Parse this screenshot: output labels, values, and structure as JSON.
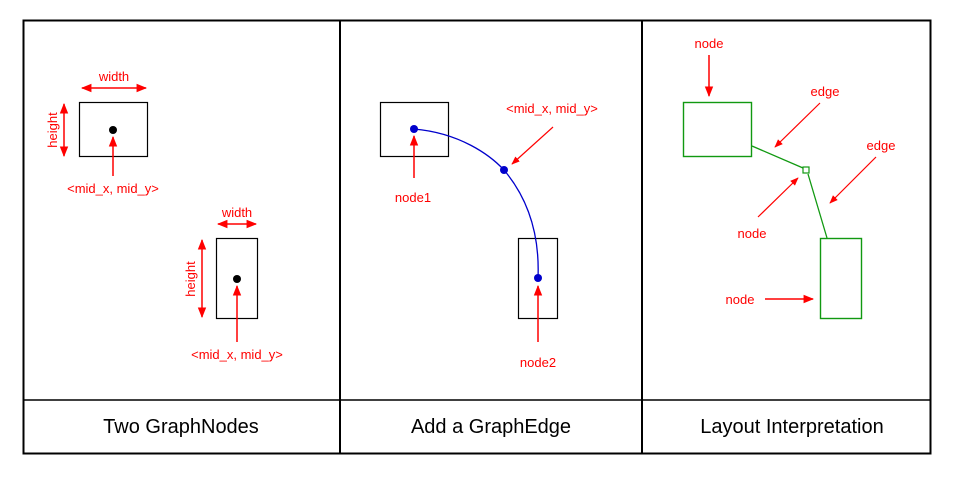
{
  "colors": {
    "annotation": "#ff0000",
    "node_outline": "#000000",
    "edge": "#0000cc",
    "layout": "#119911",
    "frame": "#000000"
  },
  "panels": [
    {
      "caption": "Two GraphNodes",
      "labels": {
        "width_1": "width",
        "height_1": "height",
        "mid_1": "<mid_x, mid_y>",
        "width_2": "width",
        "height_2": "height",
        "mid_2": "<mid_x, mid_y>"
      }
    },
    {
      "caption": "Add a GraphEdge",
      "labels": {
        "mid": "<mid_x, mid_y>",
        "node1": "node1",
        "node2": "node2"
      }
    },
    {
      "caption": "Layout Interpretation",
      "labels": {
        "node_top": "node",
        "edge_1": "edge",
        "edge_2": "edge",
        "node_mid": "node",
        "node_bottom": "node"
      }
    }
  ]
}
